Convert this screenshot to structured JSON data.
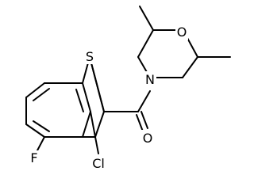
{
  "diagram": {
    "type": "chemical-structure",
    "atoms": {
      "s": "S",
      "o_ring": "O",
      "n": "N",
      "o_carbonyl": "O",
      "f": "F",
      "cl": "Cl"
    }
  }
}
